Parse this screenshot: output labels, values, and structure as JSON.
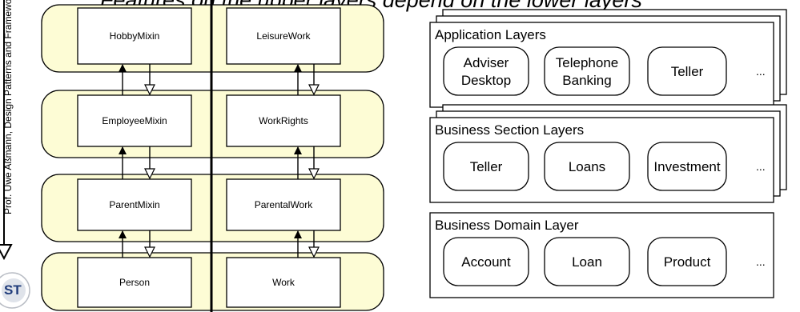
{
  "heading": "Features on the upper layers depend on the lower layers",
  "side_caption": "Prof. Uwe Aßmann, Design Patterns and Frameworks",
  "logo": {
    "text": "ST"
  },
  "layers": [
    {
      "left": "HobbyMixin",
      "right": "LeisureWork"
    },
    {
      "left": "EmployeeMixin",
      "right": "WorkRights"
    },
    {
      "left": "ParentMixin",
      "right": "ParentalWork"
    },
    {
      "left": "Person",
      "right": "Work"
    }
  ],
  "stacks": [
    {
      "title": "Application Layers",
      "items": [
        [
          "Adviser",
          "Desktop"
        ],
        [
          "Telephone",
          "Banking"
        ],
        [
          "Teller"
        ]
      ],
      "more": "..."
    },
    {
      "title": "Business Section Layers",
      "items": [
        [
          "Teller"
        ],
        [
          "Loans"
        ],
        [
          "Investment"
        ]
      ],
      "more": "..."
    },
    {
      "title": "Business Domain Layer",
      "items": [
        [
          "Account"
        ],
        [
          "Loan"
        ],
        [
          "Product"
        ]
      ],
      "more": "..."
    }
  ],
  "colors": {
    "band_fill": "#fdfcd5",
    "stroke": "#000000",
    "background": "#ffffff"
  }
}
